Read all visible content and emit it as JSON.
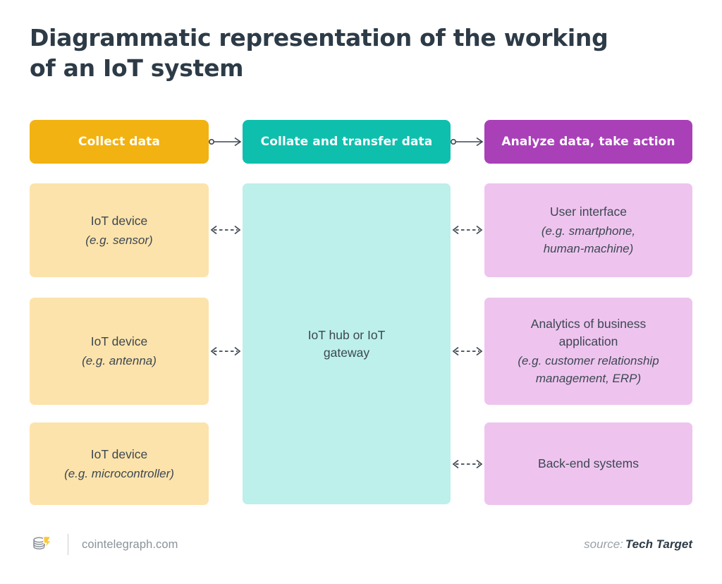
{
  "title": {
    "line1": "Diagrammatic representation of the working",
    "line2": "of an IoT system"
  },
  "header_row": {
    "stages": [
      {
        "label": "Collect data",
        "color": "#f2b211"
      },
      {
        "label": "Collate and transfer data",
        "color": "#0fbfae"
      },
      {
        "label": "Analyze data, take action",
        "color": "#a940b8"
      }
    ]
  },
  "devices": {
    "color": "#fce3ab",
    "items": [
      {
        "name": "IoT device",
        "example": "(e.g. sensor)"
      },
      {
        "name": "IoT device",
        "example": "(e.g. antenna)"
      },
      {
        "name": "IoT device",
        "example": "(e.g. microcontroller)"
      }
    ]
  },
  "hub": {
    "color": "#bdf0ea",
    "line1": "IoT hub or IoT",
    "line2": "gateway"
  },
  "outputs": {
    "color": "#eec4ef",
    "items": [
      {
        "name": "User interface",
        "example_line1": "(e.g. smartphone,",
        "example_line2": "human-machine)"
      },
      {
        "name_line1": "Analytics of business",
        "name_line2": "application",
        "example_line1": "(e.g. customer relationship",
        "example_line2": "management, ERP)"
      },
      {
        "name": "Back-end systems"
      }
    ]
  },
  "connectors": {
    "flow_arrow": "circle-to-arrow",
    "link_arrow": "dashed-double-arrow",
    "color": "#3d4752"
  },
  "footer": {
    "brand": "cointelegraph.com",
    "source_label": "source:",
    "source_name": "Tech Target"
  }
}
